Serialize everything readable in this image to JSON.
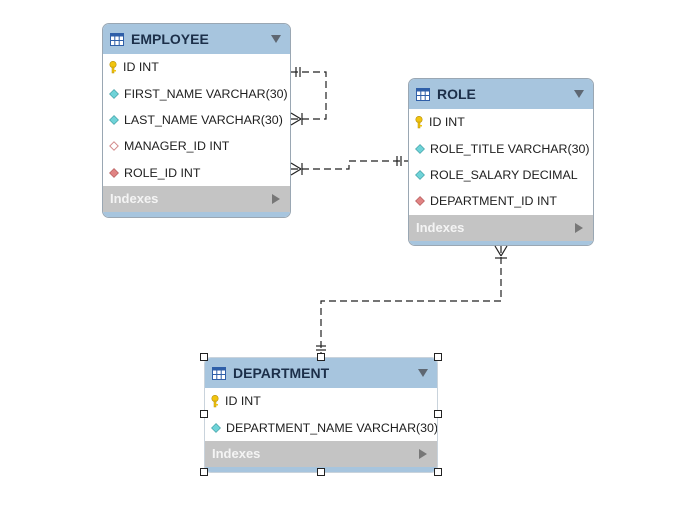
{
  "diagram": {
    "tables": {
      "employee": {
        "name": "EMPLOYEE",
        "columns": [
          {
            "text": "ID INT",
            "icon": "primary-key-icon"
          },
          {
            "text": "FIRST_NAME VARCHAR(30)",
            "icon": "column-diamond-icon"
          },
          {
            "text": "LAST_NAME VARCHAR(30)",
            "icon": "column-diamond-icon"
          },
          {
            "text": "MANAGER_ID INT",
            "icon": "nullable-column-diamond-icon"
          },
          {
            "text": "ROLE_ID INT",
            "icon": "foreign-key-diamond-icon"
          }
        ],
        "indexes_label": "Indexes"
      },
      "role": {
        "name": "ROLE",
        "columns": [
          {
            "text": "ID INT",
            "icon": "primary-key-icon"
          },
          {
            "text": "ROLE_TITLE VARCHAR(30)",
            "icon": "column-diamond-icon"
          },
          {
            "text": "ROLE_SALARY DECIMAL",
            "icon": "column-diamond-icon"
          },
          {
            "text": "DEPARTMENT_ID INT",
            "icon": "foreign-key-diamond-icon"
          }
        ],
        "indexes_label": "Indexes"
      },
      "department": {
        "name": "DEPARTMENT",
        "columns": [
          {
            "text": "ID INT",
            "icon": "primary-key-icon"
          },
          {
            "text": "DEPARTMENT_NAME VARCHAR(30)",
            "icon": "column-diamond-icon"
          }
        ],
        "indexes_label": "Indexes"
      }
    },
    "relationships": [
      {
        "name": "employee-manager-self-relationship",
        "from": "EMPLOYEE",
        "to": "EMPLOYEE",
        "cardinality": "one-to-many"
      },
      {
        "name": "employee-role-relationship",
        "from": "EMPLOYEE",
        "to": "ROLE",
        "cardinality": "many-to-one"
      },
      {
        "name": "role-department-relationship",
        "from": "ROLE",
        "to": "DEPARTMENT",
        "cardinality": "many-to-one"
      }
    ],
    "selected_table": "DEPARTMENT"
  },
  "colors": {
    "header_blue": "#a7c5de",
    "indexes_gray": "#c4c4c4",
    "key_yellow": "#f1c40f",
    "column_cyan": "#6fd3d8",
    "foreign_key_red": "#e08383",
    "connector": "#222222"
  }
}
